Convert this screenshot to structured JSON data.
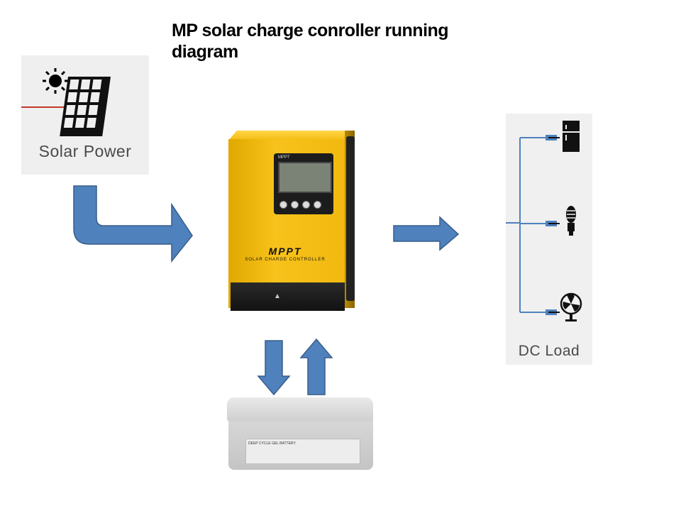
{
  "title": "MP solar charge conroller running diagram",
  "solar": {
    "label": "Solar Power"
  },
  "load": {
    "label": "DC Load",
    "icons": [
      "refrigerator-icon",
      "light-bulb-icon",
      "fan-icon"
    ]
  },
  "controller": {
    "brand_small": "MPPT",
    "model": "MPPT",
    "subtitle": "SOLAR CHARGE CONTROLLER"
  },
  "battery": {
    "text": "DEEP CYCLE GEL BATTERY"
  },
  "colors": {
    "arrow_fill": "#4f81bd",
    "arrow_stroke": "#385d8a",
    "controller_yellow": "#f7c21b",
    "wire_blue": "#4f81bd"
  }
}
